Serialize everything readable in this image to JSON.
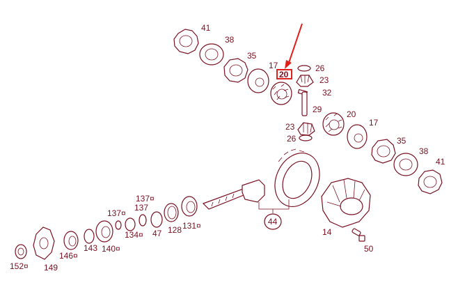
{
  "diagram": {
    "line_color": "#7a1020",
    "highlight_color": "#e0201a",
    "labels": {
      "l41a": "41",
      "l38a": "38",
      "l35a": "35",
      "l17a": "17",
      "l20a": "20",
      "l26a": "26",
      "l23a": "23",
      "l32": "32",
      "l29": "29",
      "l20b": "20",
      "l17b": "17",
      "l23b": "23",
      "l26b": "26",
      "l35b": "35",
      "l38b": "38",
      "l41b": "41",
      "l44": "44",
      "l14": "14",
      "l50": "50",
      "l137a": "137¤",
      "l137b": "137",
      "l134": "134¤",
      "l47": "47",
      "l128": "128",
      "l131": "131¤",
      "l140": "140¤",
      "l143": "143",
      "l146": "146¤",
      "l149": "149",
      "l152": "152¤"
    }
  }
}
